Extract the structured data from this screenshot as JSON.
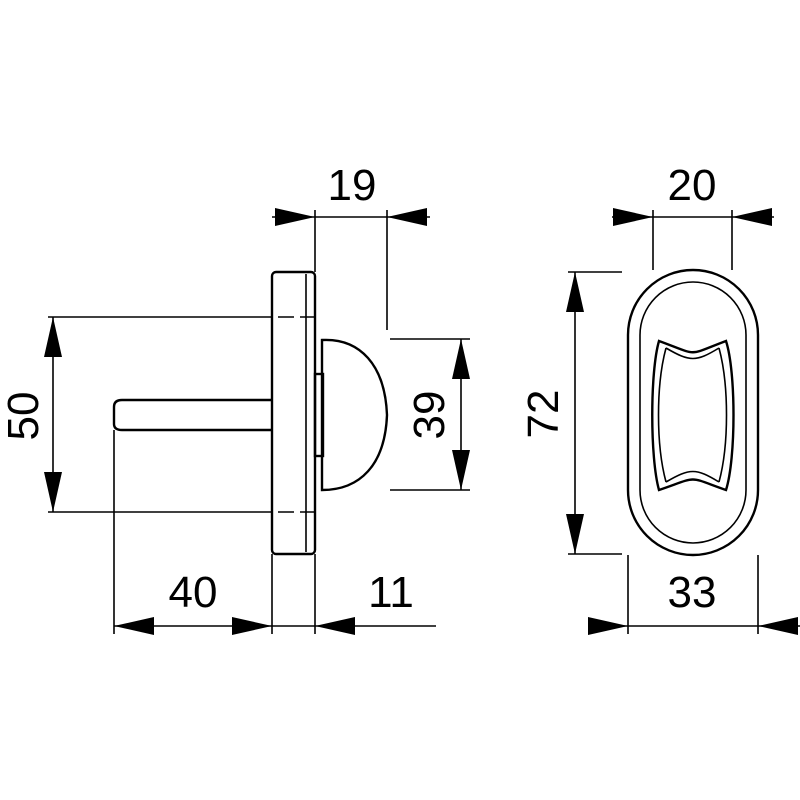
{
  "drawing": {
    "side_view": {
      "dimensions": {
        "rose_height": "50",
        "spindle_length": "40",
        "rose_thickness": "11",
        "knob_depth": "19",
        "knob_height": "39"
      }
    },
    "front_view": {
      "dimensions": {
        "rose_height": "72",
        "rose_width": "33",
        "knob_width": "20"
      }
    }
  }
}
